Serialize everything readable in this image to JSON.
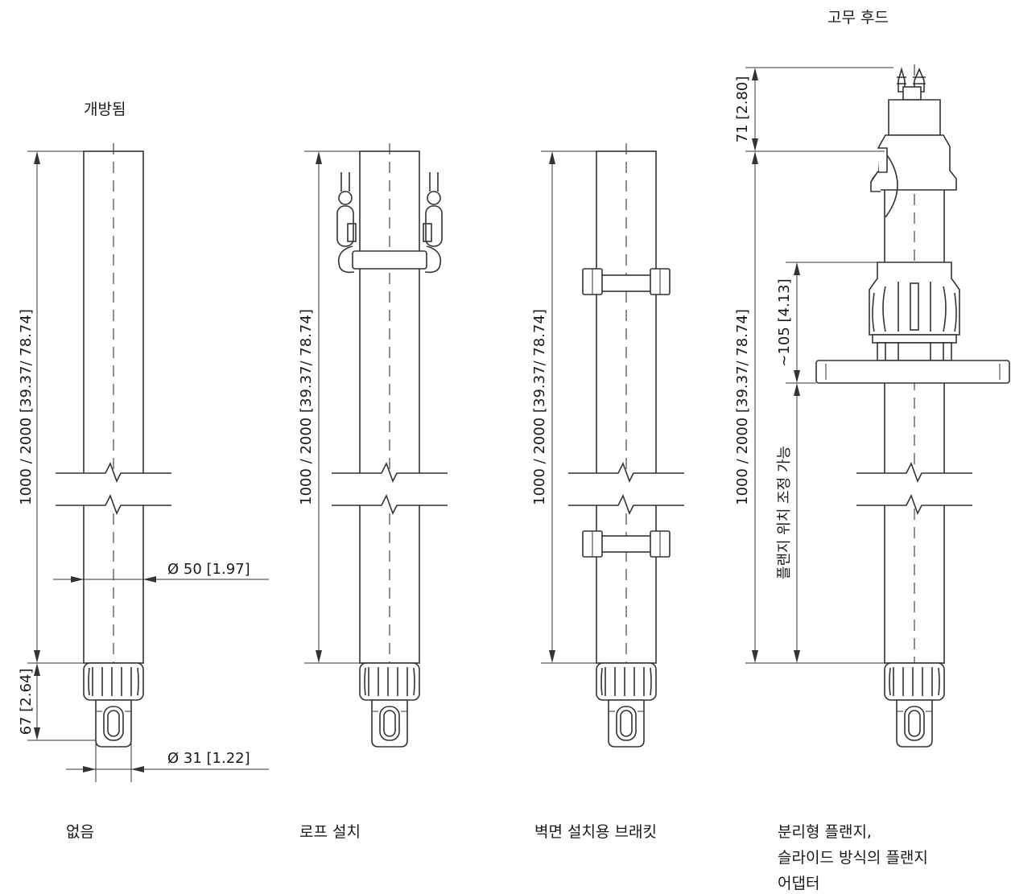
{
  "labels": {
    "open_label": "개방됨",
    "rubber_hood_label": "고무 후드",
    "caption_none": "없음",
    "caption_rope": "로프 설치",
    "caption_wall": "벽면 설치용 브래킷",
    "caption_flange_line1": "분리형 플랜지,",
    "caption_flange_line2": "슬라이드 방식의 플랜지",
    "caption_flange_line3": "어댑터"
  },
  "dimensions": {
    "length_1": "1000 / 2000 [39.37/ 78.74]",
    "length_2": "1000 / 2000 [39.37/ 78.74]",
    "length_3": "1000 / 2000 [39.37/ 78.74]",
    "length_4": "1000 / 2000 [39.37/ 78.74]",
    "head_height": "67 [2.64]",
    "dia_tube": "Ø 50 [1.97]",
    "dia_head": "Ø 31 [1.22]",
    "hood_height": "71 [2.80]",
    "flange_offset": "~105 [4.13]",
    "flange_adjustable": "플랜지 위치 조정 가능"
  }
}
